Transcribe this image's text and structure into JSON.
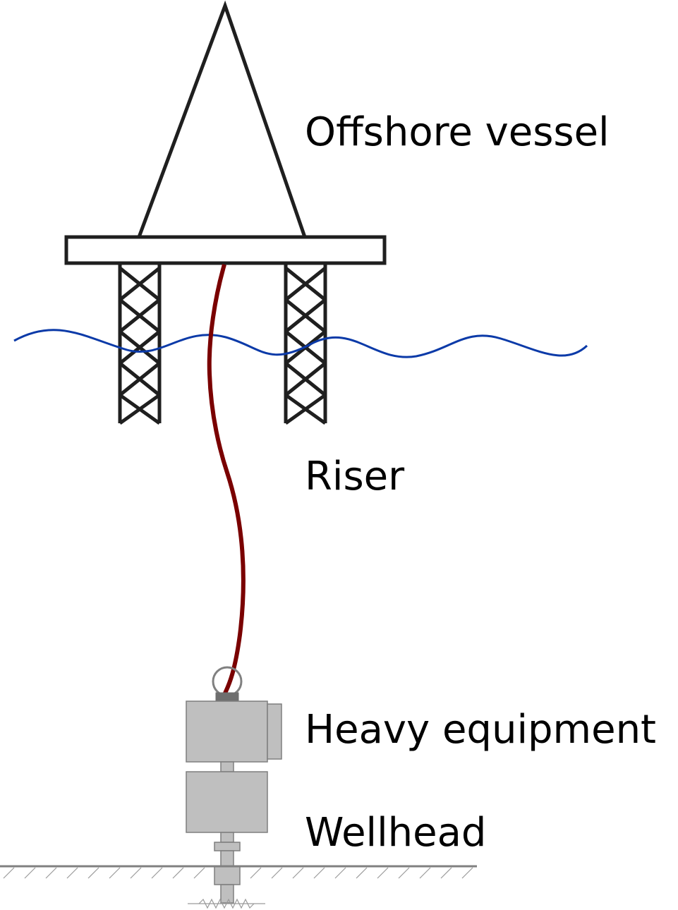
{
  "labels": {
    "vessel": "Offshore vessel",
    "riser": "Riser",
    "equipment": "Heavy equipment",
    "wellhead": "Wellhead"
  },
  "colors": {
    "structure": "#1f1f1f",
    "water": "#0b3aa8",
    "riser": "#7a0000",
    "equipment_fill": "#bfbfbf",
    "equipment_stroke": "#7f7f7f",
    "seabed": "#808080",
    "hook": "#808080",
    "connector": "#6e6e6e"
  }
}
